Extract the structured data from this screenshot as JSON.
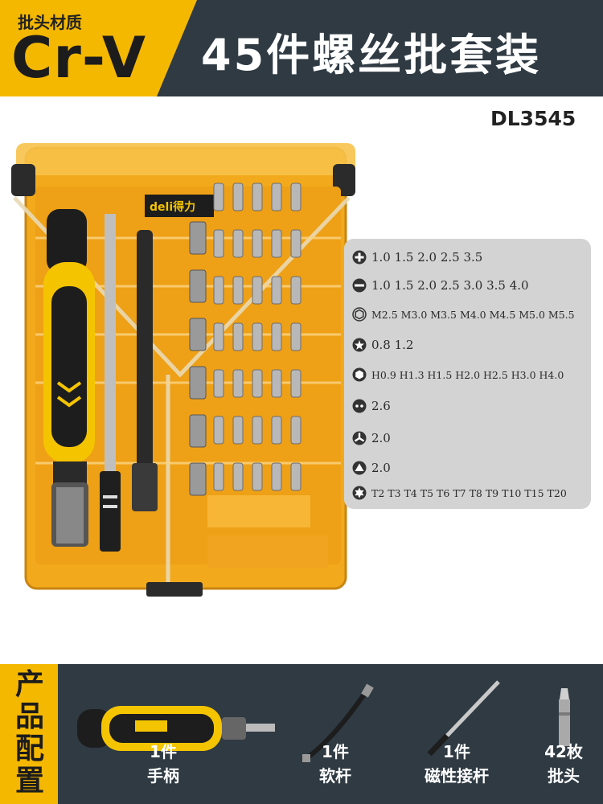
{
  "header": {
    "badge_sub": "批头材质",
    "badge_main": "Cr-V",
    "title": "45件螺丝批套装"
  },
  "model": "DL3545",
  "product": {
    "brand": "deli得力"
  },
  "specs": [
    {
      "icon": "phillips-icon",
      "text": "1.0  1.5  2.0  2.5  3.5"
    },
    {
      "icon": "slotted-icon",
      "text": "1.0   1.5  2.0  2.5  3.0  3.5  4.0"
    },
    {
      "icon": "hex-socket-icon",
      "text": "M2.5  M3.0  M3.5  M4.0  M4.5  M5.0  M5.5"
    },
    {
      "icon": "pentalobe-icon",
      "text": "0.8  1.2"
    },
    {
      "icon": "hex-icon",
      "text": "H0.9  H1.3  H1.5  H2.0  H2.5  H3.0  H4.0"
    },
    {
      "icon": "two-pin-icon",
      "text": "2.6"
    },
    {
      "icon": "tri-wing-icon",
      "text": "2.0"
    },
    {
      "icon": "triangle-icon",
      "text": "2.0"
    },
    {
      "icon": "torx-icon",
      "text": "T2  T3  T4  T5  T6  T7  T8  T9  T10  T15  T20"
    }
  ],
  "contents": {
    "label": "产品配置",
    "items": [
      {
        "count": "1件",
        "name": "手柄"
      },
      {
        "count": "1件",
        "name": "软杆"
      },
      {
        "count": "1件",
        "name": "磁性接杆"
      },
      {
        "count": "42枚",
        "name": "批头"
      }
    ]
  },
  "colors": {
    "accent": "#f5b800",
    "dark": "#2f3a43",
    "case": "#f2a91c",
    "panel": "#d3d3d3"
  }
}
